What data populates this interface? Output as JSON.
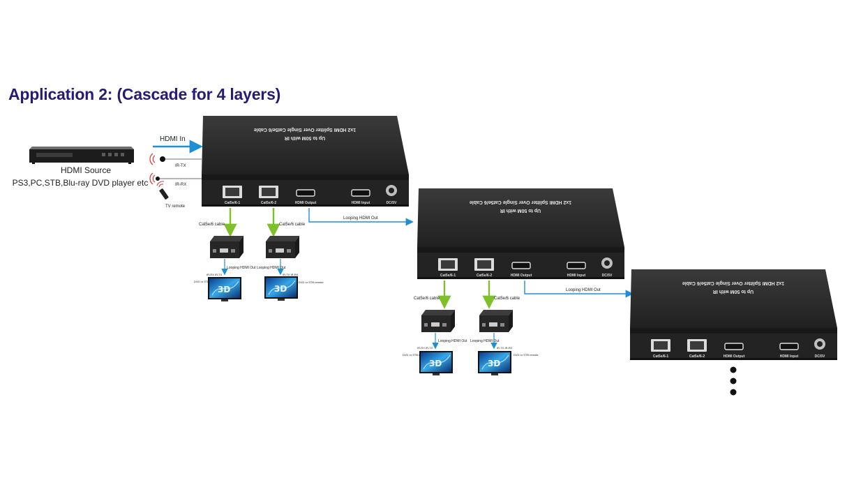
{
  "title": "Application 2: (Cascade for 4 layers)",
  "source": {
    "label1": "HDMI Source",
    "label2": "PS3,PC,STB,Blu-ray DVD player etc"
  },
  "inputs": {
    "hdmi_in": "HDMI  In",
    "ir_tx": "IR-TX",
    "ir_rx": "IR-RX",
    "tv_remote": "TV remote"
  },
  "splitter": {
    "top_line1": "1x2 HDMI Splitter Over Single Cat5e/6 Cable",
    "top_line2": "Up to 50M with IR",
    "ports": {
      "cat1": "Cat5e/6-1",
      "cat2": "Cat5e/6-2",
      "hdmi_out": "HDMI Output",
      "hdmi_in": "HDMI Input",
      "dc": "DC/5V"
    }
  },
  "cables": {
    "cat": "Cat5e/6 cable",
    "loop": "Looping HDMI Out"
  },
  "receiver": {
    "loop": "Looping HDMI Out",
    "ir_left": "IR-RX  IR-TX",
    "ir_right": "IR-TX  IR-RX",
    "dvd": "DVD or STB remote"
  },
  "continuation": "•••",
  "colors": {
    "title": "#241d73",
    "green_arrow": "#7dc02a",
    "blue_arrow": "#1e8fd6",
    "device": "#2b2b2b"
  }
}
